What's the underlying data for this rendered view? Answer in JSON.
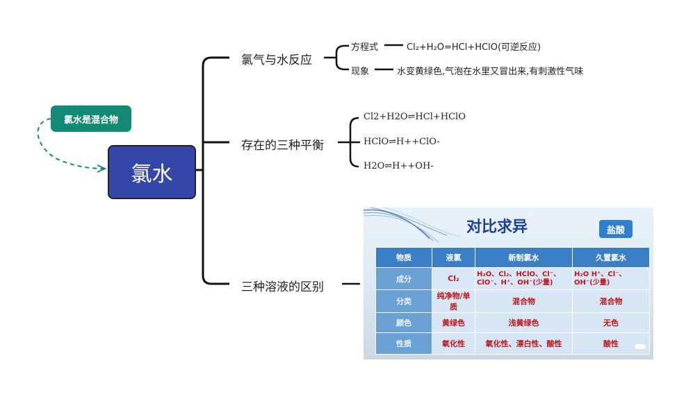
{
  "root": {
    "label": "氯水"
  },
  "callout": {
    "label": "氯水是混合物"
  },
  "branches": [
    {
      "label": "氯气与水反应",
      "children": [
        {
          "label": "方程式",
          "detail": "Cl₂+H₂O=HCl+HClO(可逆反应)"
        },
        {
          "label": "现象",
          "detail": "水变黄绿色,气泡在水里又冒出来,有刺激性气味"
        }
      ]
    },
    {
      "label": "存在的三种平衡",
      "children": [
        {
          "label": "Cl2+H2O⇌HCl+HClO"
        },
        {
          "label": "HClO⇌H++ClO-"
        },
        {
          "label": "H2O⇌H++OH-"
        }
      ]
    },
    {
      "label": "三种溶液的区别"
    }
  ],
  "comparison": {
    "title": "对比求异",
    "badge": "盐酸",
    "headers": [
      "物质",
      "液氯",
      "新制氯水",
      "久置氯水"
    ],
    "rows": [
      {
        "label": "成分",
        "cells": [
          "Cl₂",
          "H₂O、Cl₂、HClO、Cl⁻、ClO⁻、H⁺、OH⁻(少量)",
          "H₂O H⁺、Cl⁻、OH⁻(少量)"
        ]
      },
      {
        "label": "分类",
        "cells": [
          "纯净物/单质",
          "混合物",
          "混合物"
        ]
      },
      {
        "label": "颜色",
        "cells": [
          "黄绿色",
          "浅黄绿色",
          "无色"
        ]
      },
      {
        "label": "性质",
        "cells": [
          "氧化性",
          "氧化性、漂白性、酸性",
          "酸性"
        ]
      }
    ]
  },
  "colors": {
    "root_fill": "#3446a8",
    "callout_fill": "#138a75",
    "accent_text": "#c0151b",
    "table_header": "#3a7ec6"
  }
}
